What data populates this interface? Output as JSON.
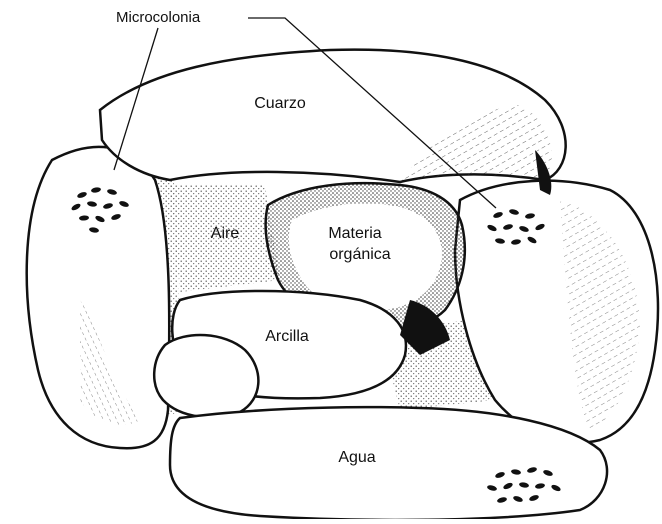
{
  "diagram": {
    "callout_label": "Microcolonia",
    "labels": {
      "cuarzo": "Cuarzo",
      "aire": "Aire",
      "materia_line1": "Materia",
      "materia_line2": "orgánica",
      "arcilla": "Arcilla",
      "agua": "Agua"
    },
    "colors": {
      "ink": "#111111",
      "paper": "#ffffff",
      "stipple": "#555555"
    }
  }
}
